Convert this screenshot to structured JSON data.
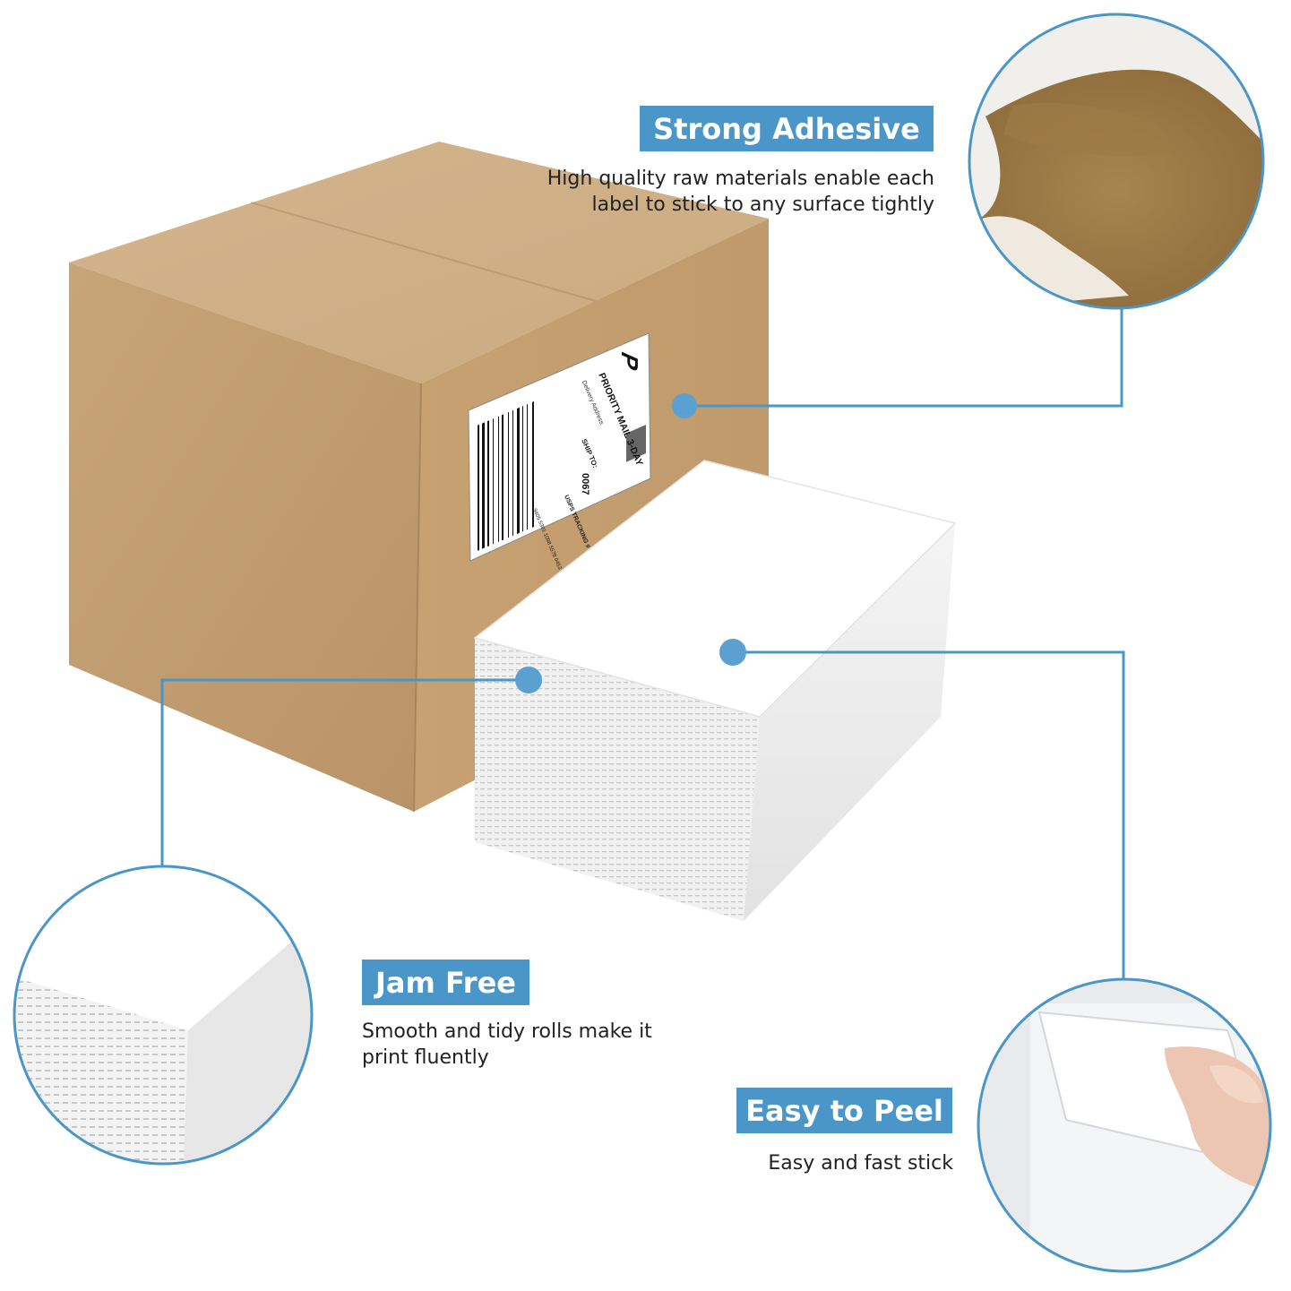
{
  "features": [
    {
      "title": "Strong Adhesive",
      "lines": [
        "High quality raw materials enable each",
        "label to stick to any surface tightly"
      ]
    },
    {
      "title": "Jam Free",
      "lines": [
        "Smooth and tidy rolls make it",
        "print fluently"
      ]
    },
    {
      "title": "Easy to Peel",
      "lines": [
        "Easy and fast stick"
      ]
    }
  ],
  "shipping_label": {
    "service_letter": "P",
    "service": "PRIORITY MAIL 3-DAY",
    "code": "0067",
    "ship_to": "SHIP TO:",
    "delivery": "Delivery Address",
    "tracking": "USPS TRACKING #",
    "tracking_number": "9405 5301 1098 5578 0453 83"
  },
  "colors": {
    "accent": "#4a96c9",
    "cardboard": "#c9a57a",
    "text": "#222222"
  }
}
